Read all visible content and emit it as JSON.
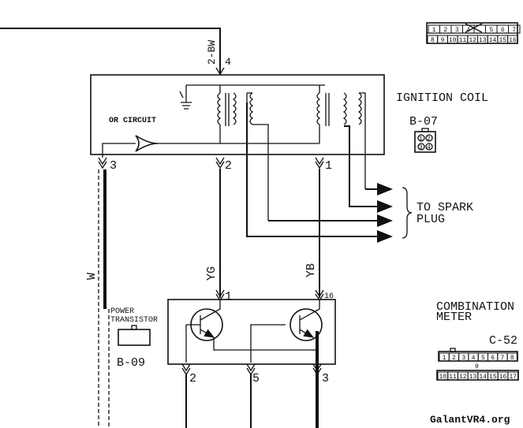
{
  "wires": {
    "top": "2-BW",
    "w": "W",
    "yg": "YG",
    "yb": "YB"
  },
  "pins": {
    "top_pin": "4",
    "pin3": "3",
    "pin2": "2",
    "pin1": "1",
    "pt_pin1": "1",
    "pt_pin16": "16",
    "pt_pin2": "2",
    "pt_pin5": "5",
    "pt_pin3": "3"
  },
  "ignition_coil": {
    "title": "IGNITION COIL",
    "connector": "B-07",
    "or_circuit": "OR CIRCUIT",
    "pinout": [
      "1",
      "2",
      "3",
      "4"
    ]
  },
  "spark": {
    "line1": "TO SPARK",
    "line2": "PLUG"
  },
  "power_transistor": {
    "line1": "POWER",
    "line2": "TRANSISTOR",
    "connector": "B-09"
  },
  "combination_meter": {
    "line1": "COMBINATION",
    "line2": "METER",
    "connector": "C-52",
    "row1": [
      "1",
      "2",
      "3",
      "4",
      "5",
      "6",
      "7",
      "8"
    ],
    "mid_label": "9",
    "row2": [
      "10",
      "11",
      "12",
      "13",
      "14",
      "15",
      "16",
      "17"
    ]
  },
  "top_connector": {
    "row1": [
      "1",
      "2",
      "3",
      "4",
      "",
      "5",
      "6",
      "7"
    ],
    "row2": [
      "8",
      "9",
      "10",
      "11",
      "12",
      "13",
      "14",
      "15",
      "16"
    ]
  },
  "watermark": "GalantVR4.org"
}
